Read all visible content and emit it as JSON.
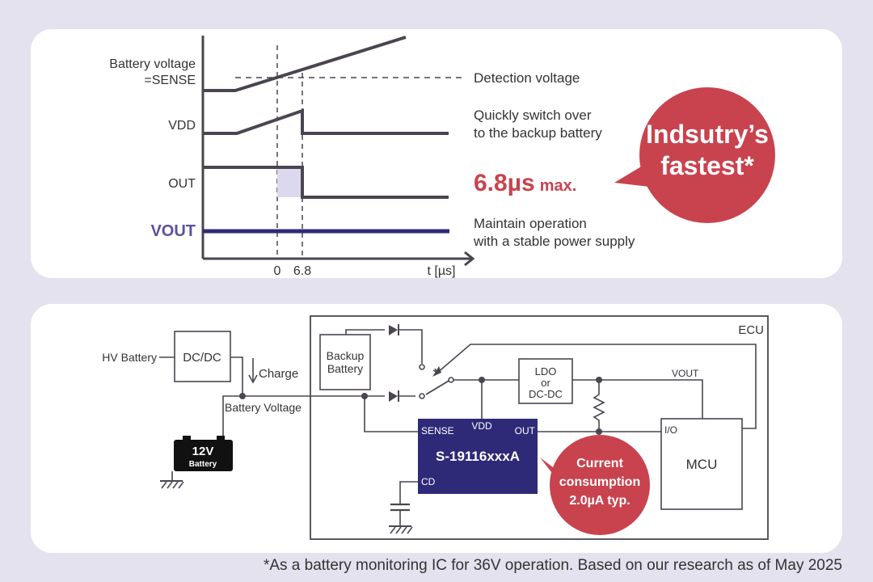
{
  "timing": {
    "labels": {
      "battery_line1": "Battery voltage",
      "battery_line2": "=SENSE",
      "vdd": "VDD",
      "out": "OUT",
      "vout": "VOUT"
    },
    "ticks": {
      "zero": "0",
      "t68": "6.8",
      "axis": "t [µs]"
    },
    "annotations": {
      "detection": "Detection voltage",
      "switch_line1": "Quickly switch over",
      "switch_line2": "to the backup battery",
      "time_value": "6.8µs",
      "time_suffix": "max.",
      "maintain_line1": "Maintain  operation",
      "maintain_line2": "with a stable power supply"
    },
    "badge": {
      "line1": "Indsutry’s",
      "line2": "fastest*"
    }
  },
  "circuit": {
    "hv_battery": "HV Battery",
    "dcdc": "DC/DC",
    "charge": "Charge",
    "battery_voltage": "Battery Voltage",
    "battery_12v": "12V",
    "battery_word": "Battery",
    "ecu": "ECU",
    "backup_line1": "Backup",
    "backup_line2": "Battery",
    "ldo_line1": "LDO",
    "ldo_line2": "or",
    "ldo_line3": "DC-DC",
    "vout": "VOUT",
    "io": "I/O",
    "mcu": "MCU",
    "ic": {
      "sense": "SENSE",
      "vdd": "VDD",
      "out": "OUT",
      "cd": "CD",
      "part": "S-19116xxxA"
    },
    "current_badge": {
      "line1": "Current",
      "line2": "consumption",
      "line3": "2.0µA typ."
    }
  },
  "footnote": "*As a battery monitoring IC for 36V operation. Based on our research as of May 2025",
  "colors": {
    "accent_red": "#c8434e",
    "ic_purple": "#2e2a78",
    "line_gray": "#4a4550"
  }
}
